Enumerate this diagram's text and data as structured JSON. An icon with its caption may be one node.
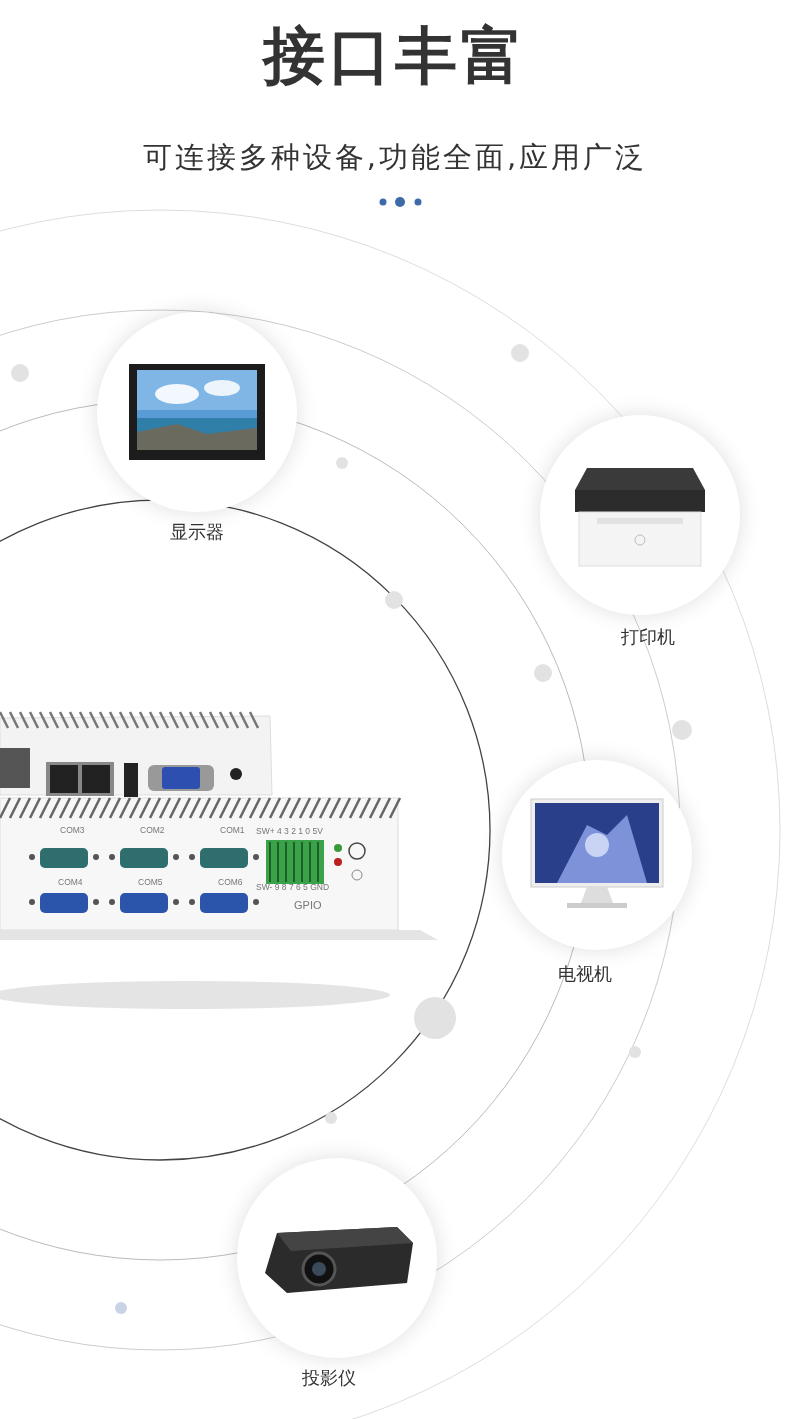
{
  "diagram": {
    "title": "接口丰富",
    "nodes": [
      {
        "text": [
          "显示器"
        ]
      },
      {
        "text": [
          "打印机"
        ]
      },
      {
        "text": [
          "电视机"
        ]
      },
      {
        "text": [
          "投影仪"
        ]
      }
    ],
    "labels": [
      "可连接多种设备,功能全面,应用广泛",
      "COM3",
      "COM2",
      "COM1",
      "SW+ 4 3 2 1 0 5V",
      "COM4",
      "COM5",
      "COM6",
      "SW- 9 8 7 6 5 GND",
      "GPIO"
    ]
  }
}
